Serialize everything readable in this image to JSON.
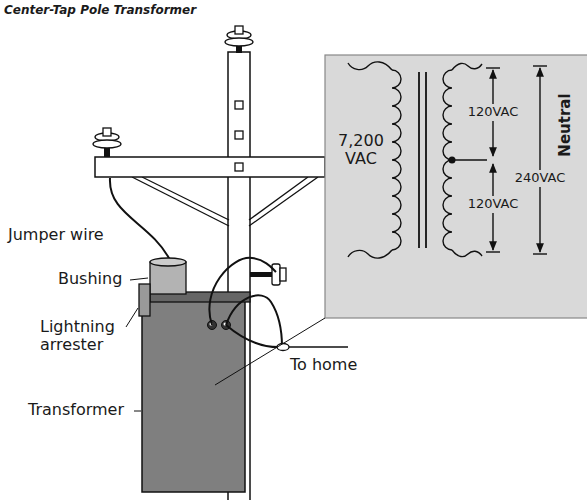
{
  "diagram": {
    "title": "Center-Tap Pole Transformer",
    "labels": [
      "Jumper wire",
      "Bushing",
      "Lightning arrester",
      "Transformer",
      "To home",
      "7,200 VAC",
      "120VAC",
      "120VAC",
      "240VAC",
      "Neutral"
    ]
  }
}
